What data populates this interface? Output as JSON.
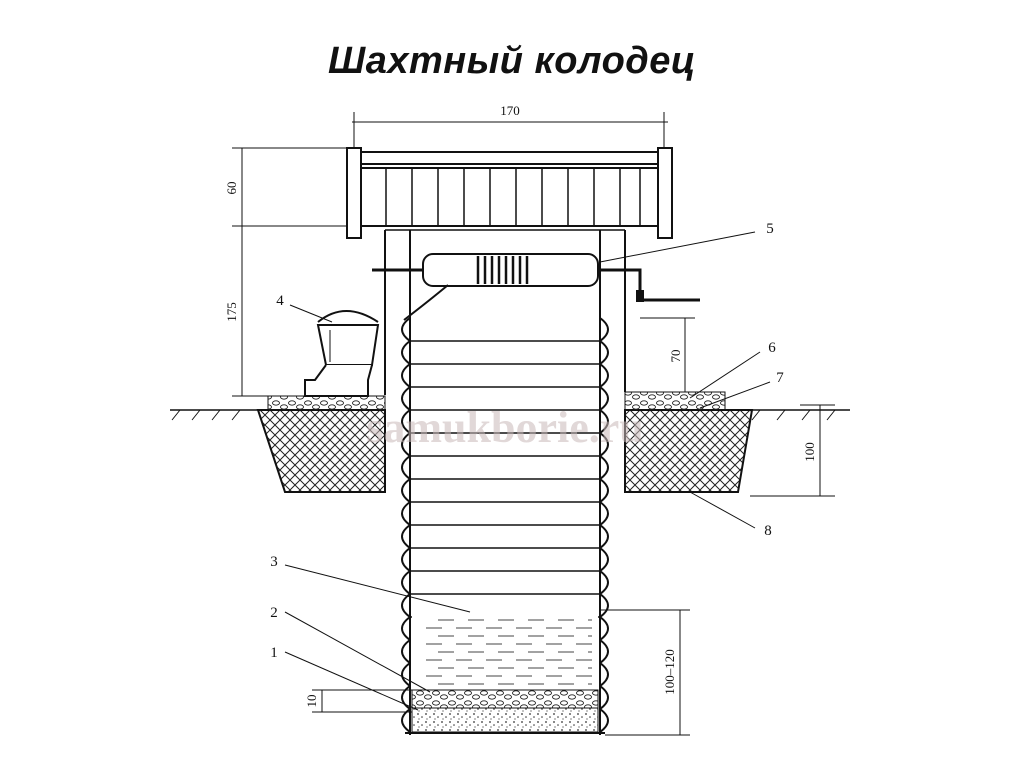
{
  "title": "Шахтный колодец",
  "dimensions": {
    "roof_width": "170",
    "roof_height": "60",
    "post_height": "175",
    "crank_height": "70",
    "clay_depth": "100",
    "water_depth": "100–120",
    "filter_height": "10"
  },
  "callouts": {
    "filter_bottom": "1",
    "gravel_layer": "2",
    "water": "3",
    "bucket": "4",
    "drum": "5",
    "pavement": "6",
    "sand_layer": "7",
    "clay_castle": "8"
  },
  "watermark": "samukborie.ru"
}
